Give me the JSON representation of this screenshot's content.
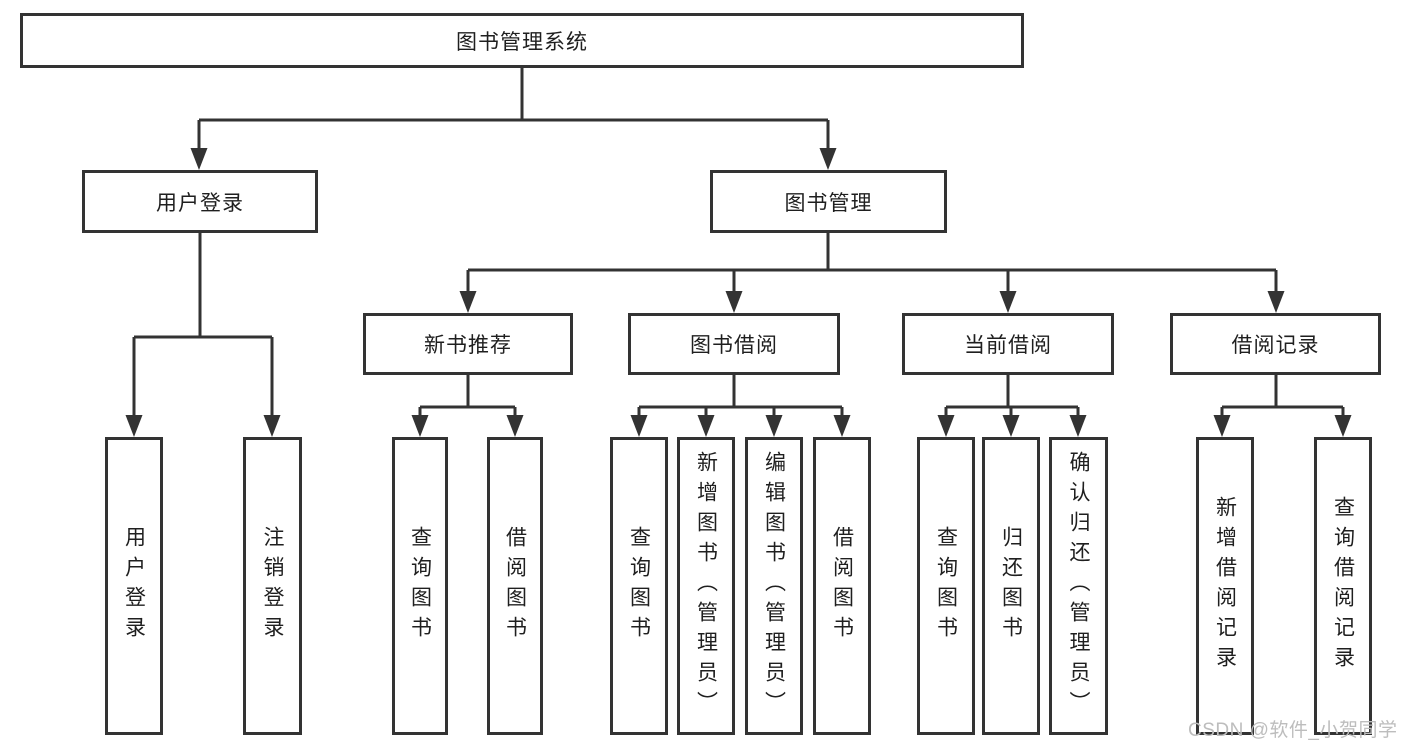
{
  "watermark": "CSDN @软件_小贺同学",
  "colors": {
    "line": "#333333",
    "text": "#1f1f1f",
    "background": "#ffffff",
    "watermark": "#bdbdbd"
  },
  "tree": {
    "label": "图书管理系统",
    "children": [
      {
        "label": "用户登录",
        "children": [
          {
            "label": "用户登录"
          },
          {
            "label": "注销登录"
          }
        ]
      },
      {
        "label": "图书管理",
        "children": [
          {
            "label": "新书推荐",
            "children": [
              {
                "label": "查询图书"
              },
              {
                "label": "借阅图书"
              }
            ]
          },
          {
            "label": "图书借阅",
            "children": [
              {
                "label": "查询图书"
              },
              {
                "label": "新增图书（管理员）"
              },
              {
                "label": "编辑图书（管理员）"
              },
              {
                "label": "借阅图书"
              }
            ]
          },
          {
            "label": "当前借阅",
            "children": [
              {
                "label": "查询图书"
              },
              {
                "label": "归还图书"
              },
              {
                "label": "确认归还（管理员）"
              }
            ]
          },
          {
            "label": "借阅记录",
            "children": [
              {
                "label": "新增借阅记录"
              },
              {
                "label": "查询借阅记录"
              }
            ]
          }
        ]
      }
    ]
  }
}
